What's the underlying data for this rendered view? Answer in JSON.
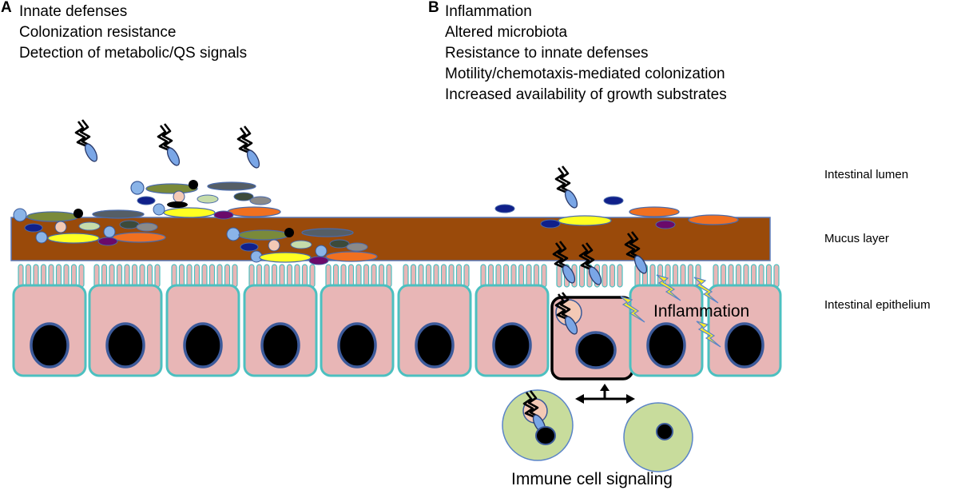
{
  "panel_a": {
    "letter": "A",
    "items": [
      "Innate defenses",
      "Colonization resistance",
      "Detection of metabolic/QS signals"
    ]
  },
  "panel_b": {
    "letter": "B",
    "items": [
      "Inflammation",
      "Altered microbiota",
      "Resistance to innate defenses",
      "Motility/chemotaxis-mediated colonization",
      "Increased availability of growth substrates"
    ]
  },
  "side_labels": {
    "lumen": "Intestinal lumen",
    "mucus": "Mucus layer",
    "epithelium": "Intestinal epithelium"
  },
  "inflammation_label": "Inflammation",
  "immune_label": "Immune cell signaling",
  "colors": {
    "mucus": "#9a4a0a",
    "cell_fill": "#e8b6b6",
    "cell_border": "#4cc0c0",
    "nucleus": "#000000",
    "nucleus_border": "#3c5a9a",
    "immune_fill": "#c8dc9c",
    "lightning": "#ffee22"
  }
}
